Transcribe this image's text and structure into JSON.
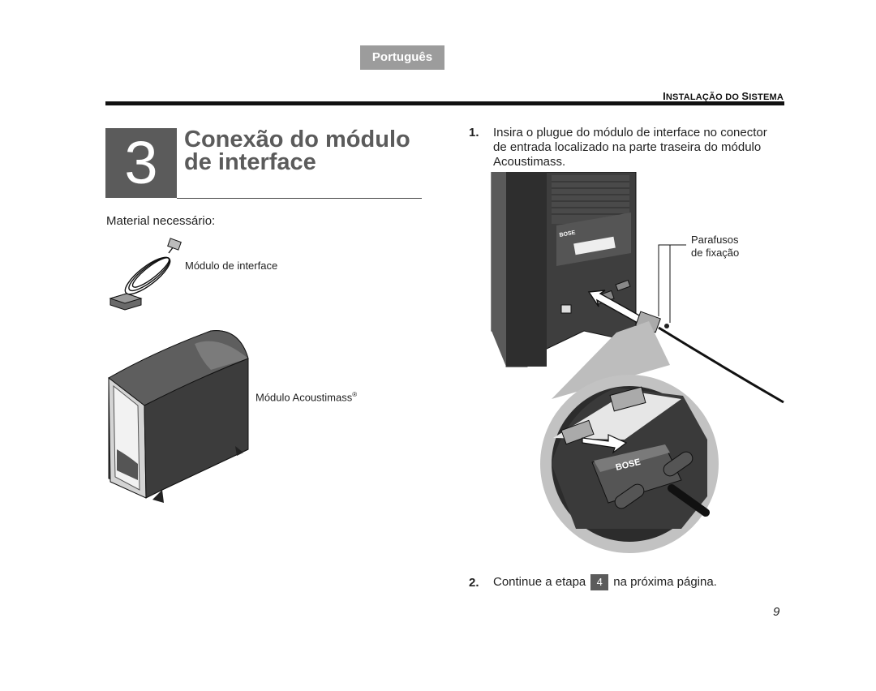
{
  "header": {
    "language_tab": "Português",
    "section_title_first": "I",
    "section_title_rest": "NSTALAÇÃO DO ",
    "section_title_first2": "S",
    "section_title_rest2": "ISTEMA"
  },
  "step": {
    "number": "3",
    "title_line1": "Conexão do módulo",
    "title_line2": "de interface"
  },
  "materials": {
    "heading": "Material necessário:",
    "interface_module_label": "Módulo de interface",
    "acoustimass_label": "Módulo Acoustimass",
    "registered_mark": "®"
  },
  "instructions": {
    "step1_number": "1.",
    "step1_line1": "Insira o plugue do módulo de interface no conector",
    "step1_line2": "de entrada localizado na parte traseira do módulo",
    "step1_line3": "Acoustimass.",
    "screws_label_line1": "Parafusos",
    "screws_label_line2": "de fixação",
    "step2_number": "2.",
    "step2_before": "Continue a etapa",
    "step2_badge": "4",
    "step2_after": "na próxima página."
  },
  "footer": {
    "page_number": "9"
  },
  "illustration": {
    "brand_logo": "BOSE",
    "icons": [
      "interface-module-illustration",
      "acoustimass-module-illustration",
      "rear-panel-illustration",
      "connector-closeup-illustration",
      "insert-arrow-icon"
    ]
  }
}
